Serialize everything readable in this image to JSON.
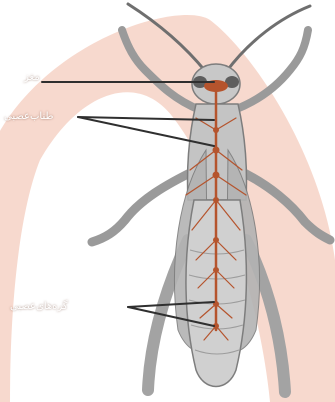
{
  "labels": {
    "brain": "مغز",
    "nerve_cord": "طناب‌عصبی",
    "ganglia": "گره‌های‌عصبی"
  },
  "colors": {
    "background": "#ffffff",
    "arc_band": "#f6d2c5",
    "body_gray": "#bfbfbf",
    "outline": "#7d7d7d",
    "nerve": "#b5542d",
    "leader_line": "#2f2f2f",
    "label_text": "#ffffff"
  }
}
